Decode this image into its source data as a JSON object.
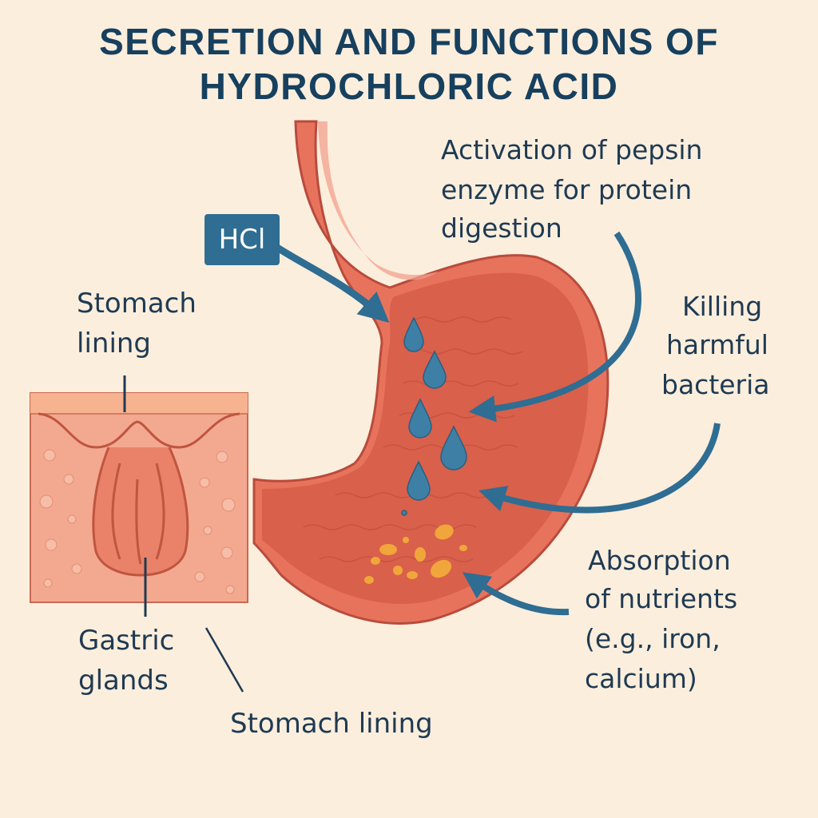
{
  "title": {
    "line1": "SECRETION AND FUNCTIONS OF",
    "line2": "HYDROCHLORIC ACID"
  },
  "hcl_label": "HCl",
  "functions": {
    "pepsin": [
      "Activation of pepsin",
      "enzyme for protein",
      "digestion"
    ],
    "bacteria": [
      "Killing",
      "harmful",
      "bacteria"
    ],
    "absorption": [
      "Absorption",
      "of nutrients",
      "(e.g., iron,",
      "calcium)"
    ]
  },
  "labels": {
    "stomach_lining_top": [
      "Stomach",
      "lining"
    ],
    "gastric_glands": [
      "Gastric",
      "glands"
    ],
    "stomach_lining_bottom": "Stomach lining"
  },
  "colors": {
    "background": "#fbeedd",
    "stomach": "#e8735c",
    "stomach_inner": "#d9604b",
    "arrow": "#2f6d93",
    "text": "#1f3a52",
    "acid_drop": "#3e7fa6",
    "nutrients": "#f0a63a"
  }
}
